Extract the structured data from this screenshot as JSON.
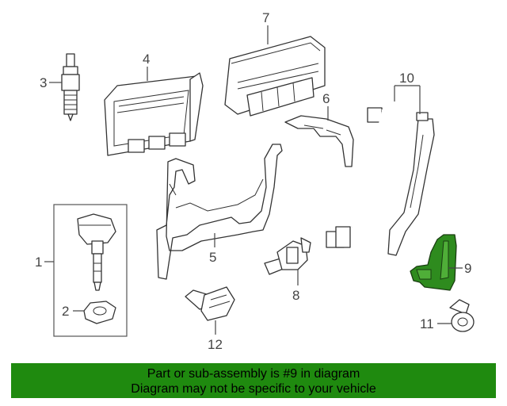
{
  "callouts": [
    "1",
    "2",
    "3",
    "4",
    "5",
    "6",
    "7",
    "8",
    "9",
    "10",
    "11",
    "12"
  ],
  "colors": {
    "highlight": "#2e8b1e",
    "banner_bg": "#1f8a0f",
    "line": "#333333"
  },
  "banner": {
    "line1": "Part or sub-assembly is #9 in diagram",
    "line2": "Diagram may not be specific to your vehicle"
  }
}
